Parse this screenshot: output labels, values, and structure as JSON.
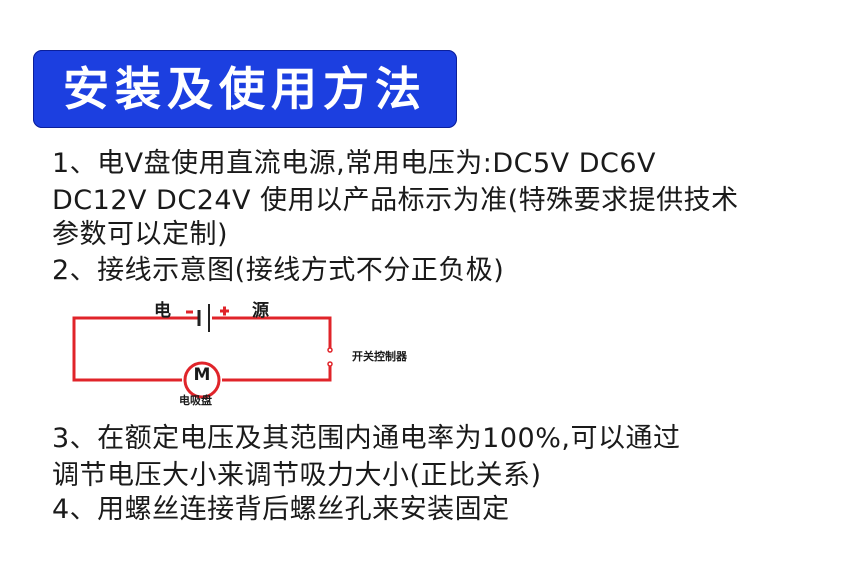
{
  "title": "安装及使用方法",
  "lines": [
    "1、电V盘使用直流电源,常用电压为:DC5V DC6V",
    "DC12V DC24V 使用以产品标示为准(特殊要求提供技术",
    "参数可以定制)",
    "2、接线示意图(接线方式不分正负极)"
  ],
  "diagram": {
    "label_left": "电",
    "minus": "-",
    "plus": "+",
    "label_right": "源",
    "switch_label": "开关控制器",
    "motor_letter": "M",
    "motor_label": "电吸盘",
    "colors": {
      "wire": "#e0242a",
      "battery": "#222222",
      "sign": "#e0242a"
    }
  },
  "lines_after": [
    "3、在额定电压及其范围内通电率为100%,可以通过",
    "调节电压大小来调节吸力大小(正比关系)",
    "4、用螺丝连接背后螺丝孔来安装固定"
  ],
  "colors": {
    "title_bg": "#1c3fe0",
    "title_text": "#ffffff",
    "body_text": "#1a1a1a"
  }
}
